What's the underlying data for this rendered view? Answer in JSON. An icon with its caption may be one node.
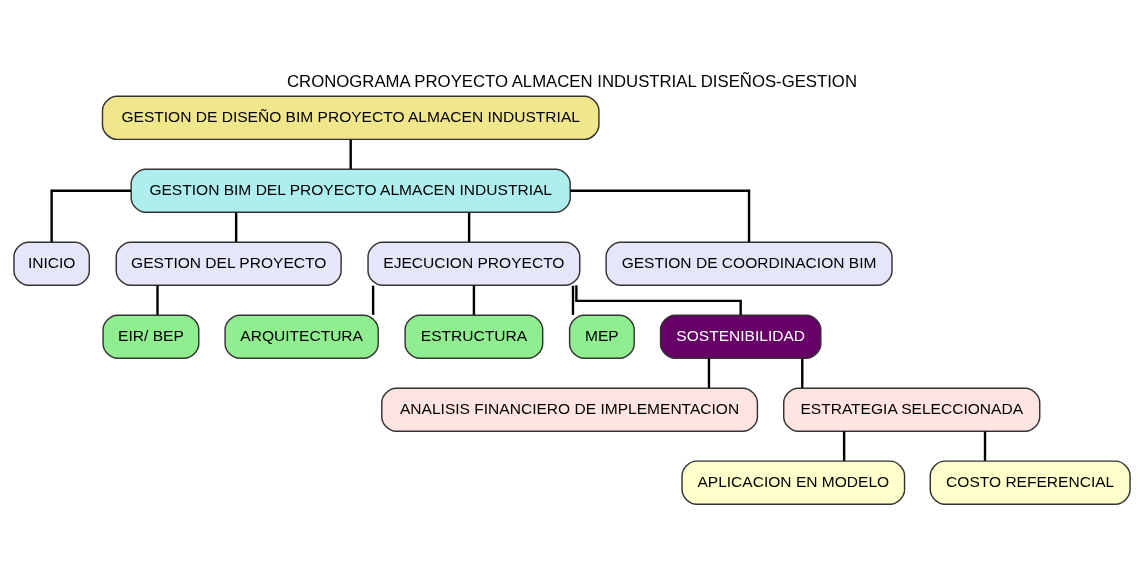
{
  "diagram": {
    "title": "CRONOGRAMA PROYECTO ALMACEN INDUSTRIAL DISEÑOS-GESTION",
    "nodes": [
      {
        "text": [
          "GESTION DE DISEÑO BIM PROYECTO ALMACEN INDUSTRIAL"
        ]
      },
      {
        "text": [
          "GESTION BIM DEL PROYECTO ALMACEN INDUSTRIAL"
        ]
      },
      {
        "text": [
          "INICIO"
        ]
      },
      {
        "text": [
          "GESTION DEL PROYECTO"
        ]
      },
      {
        "text": [
          "EJECUCION PROYECTO"
        ]
      },
      {
        "text": [
          "GESTION DE COORDINACION BIM"
        ]
      },
      {
        "text": [
          "EIR/ BEP"
        ]
      },
      {
        "text": [
          "ARQUITECTURA"
        ]
      },
      {
        "text": [
          "ESTRUCTURA"
        ]
      },
      {
        "text": [
          "MEP"
        ]
      },
      {
        "text": [
          "SOSTENIBILIDAD"
        ]
      },
      {
        "text": [
          "ANALISIS FINANCIERO DE IMPLEMENTACION"
        ]
      },
      {
        "text": [
          "ESTRATEGIA SELECCIONADA"
        ]
      },
      {
        "text": [
          "APLICACION EN MODELO"
        ]
      },
      {
        "text": [
          "COSTO REFERENCIAL"
        ]
      }
    ],
    "edges": [
      {
        "from": 0,
        "to": 1,
        "arrow": "none"
      },
      {
        "from": 1,
        "to": 2,
        "arrow": "none"
      },
      {
        "from": 1,
        "to": 3,
        "arrow": "none"
      },
      {
        "from": 1,
        "to": 4,
        "arrow": "none"
      },
      {
        "from": 1,
        "to": 5,
        "arrow": "none"
      },
      {
        "from": 3,
        "to": 6,
        "arrow": "none"
      },
      {
        "from": 4,
        "to": 7,
        "arrow": "none"
      },
      {
        "from": 4,
        "to": 8,
        "arrow": "none"
      },
      {
        "from": 4,
        "to": 9,
        "arrow": "none"
      },
      {
        "from": 4,
        "to": 10,
        "arrow": "none"
      },
      {
        "from": 10,
        "to": 11,
        "arrow": "none"
      },
      {
        "from": 10,
        "to": 12,
        "arrow": "none"
      },
      {
        "from": 12,
        "to": 13,
        "arrow": "none"
      },
      {
        "from": 12,
        "to": 14,
        "arrow": "none"
      }
    ]
  }
}
